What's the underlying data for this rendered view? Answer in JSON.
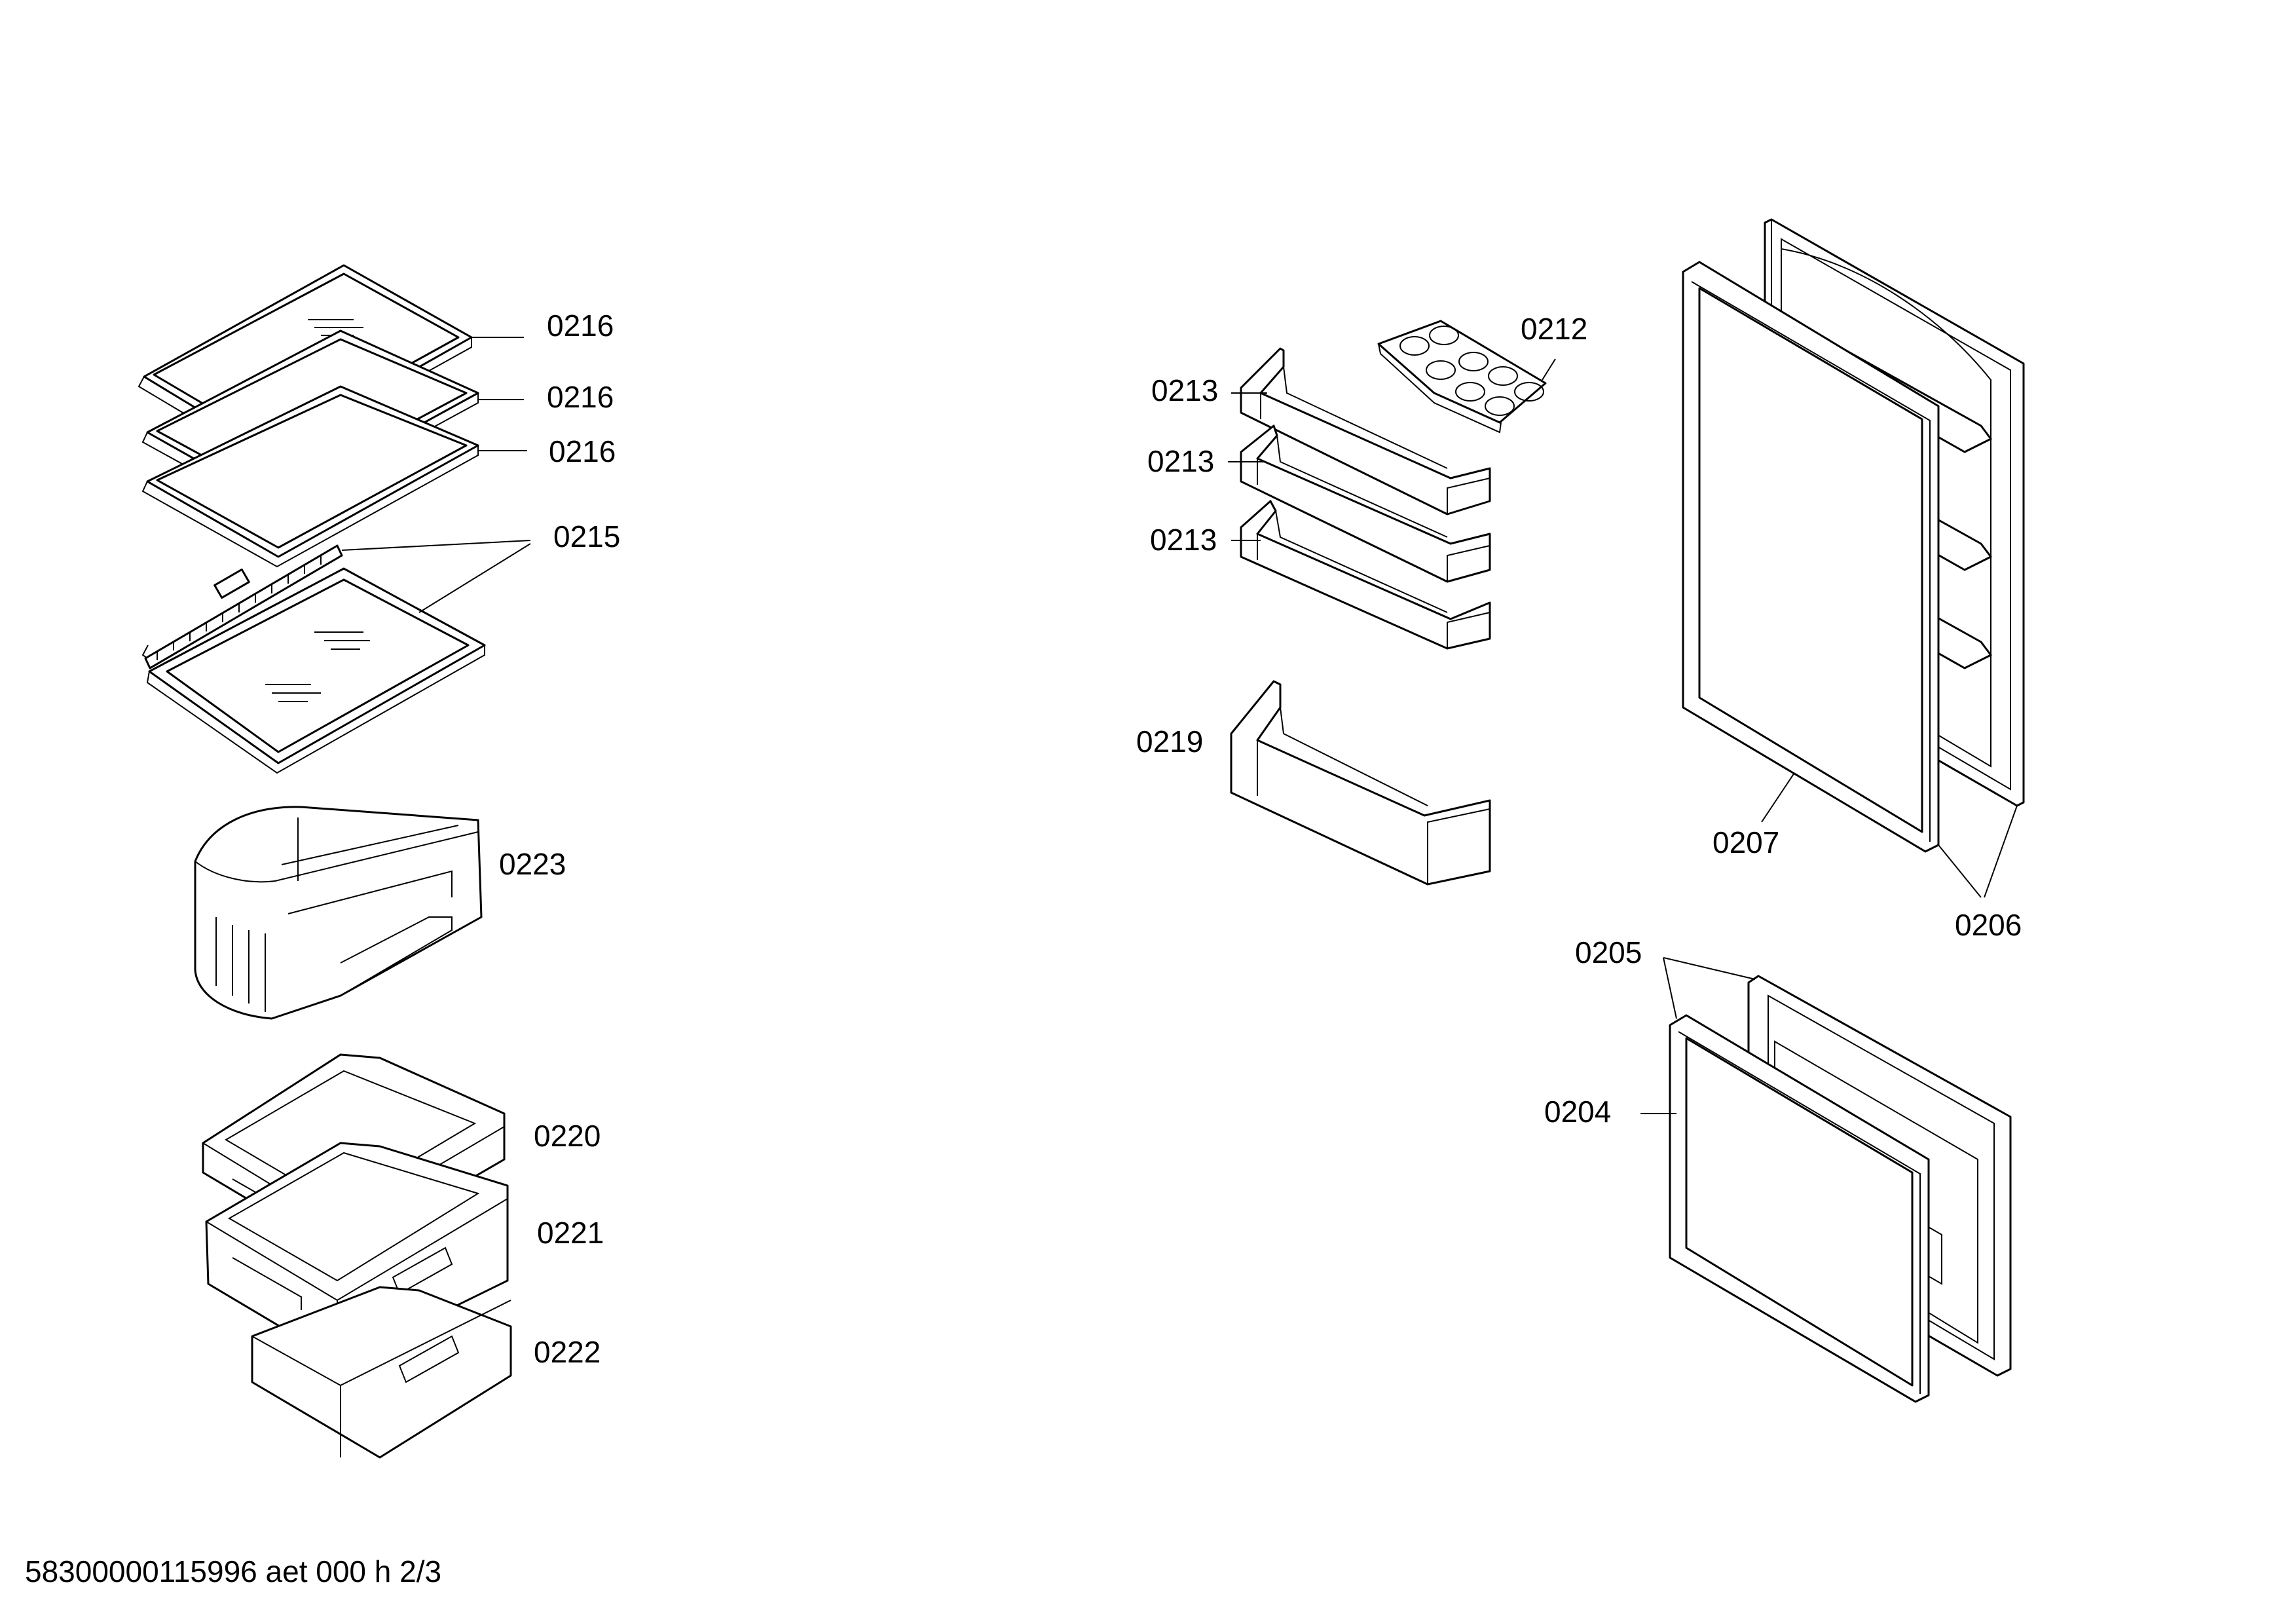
{
  "labels": {
    "shelf_1": "0216",
    "shelf_2": "0216",
    "shelf_3": "0216",
    "shelf_bottom": "0215",
    "crisper": "0223",
    "drawer_top": "0220",
    "drawer_mid": "0221",
    "drawer_bottom": "0222",
    "egg_tray": "0212",
    "door_shelf_1": "0213",
    "door_shelf_2": "0213",
    "door_shelf_3": "0213",
    "bottle_shelf": "0219",
    "fridge_door": "0206",
    "fridge_gasket": "0207",
    "freezer_door": "0205",
    "freezer_gasket": "0204"
  },
  "footer": "58300000115996 aet 000 h 2/3"
}
